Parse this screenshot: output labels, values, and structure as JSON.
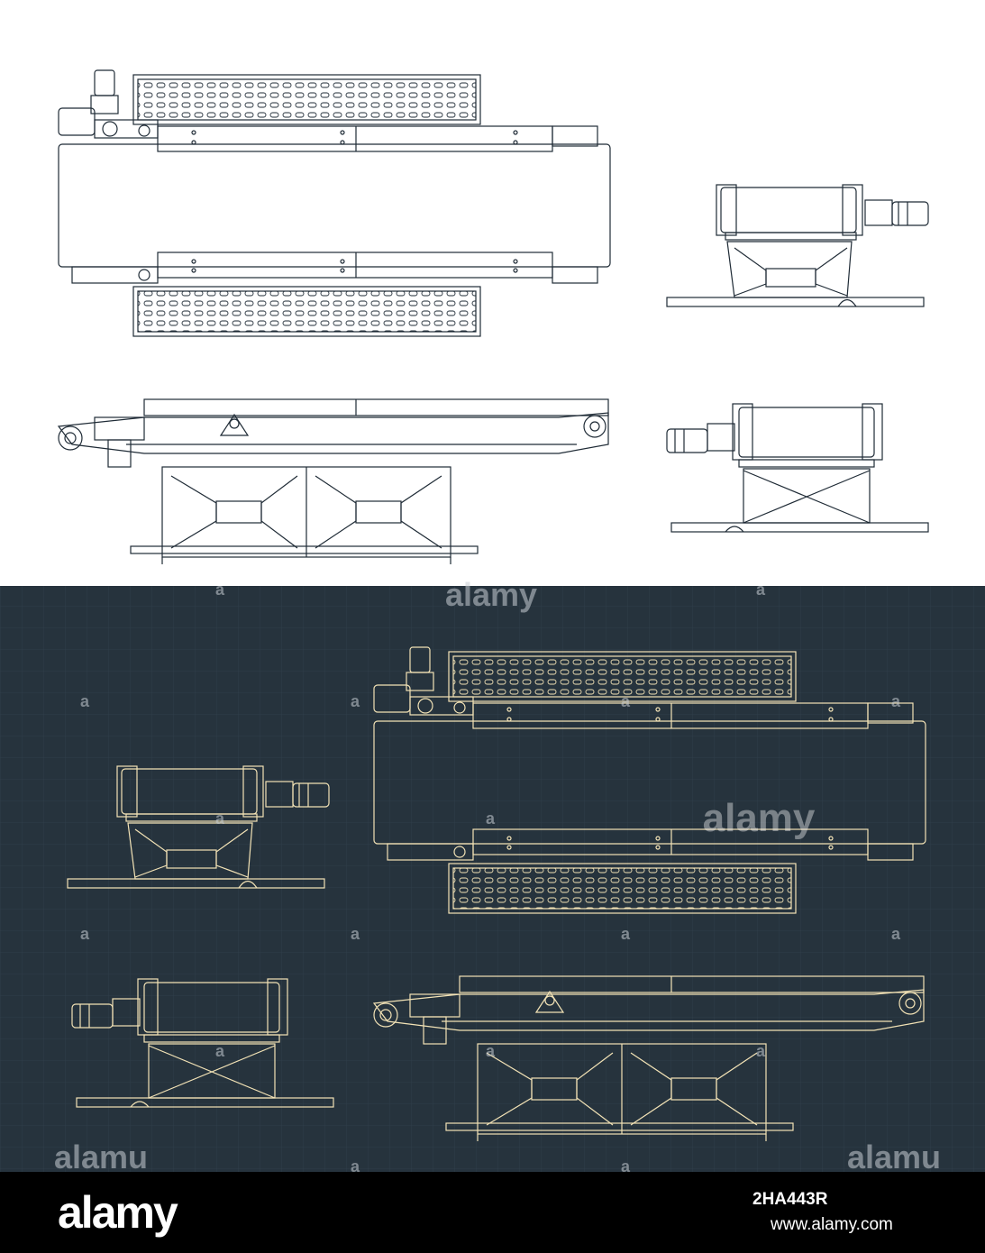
{
  "colors": {
    "top_background": "#ffffff",
    "top_lines": "#1f2b36",
    "bottom_background": "#26333d",
    "bottom_grid": "#2f3e49",
    "bottom_lines": "#f3e3b6",
    "footer_background": "#000000",
    "footer_text": "#ffffff"
  },
  "watermarks": {
    "center": "alamy",
    "bottom_left": "alamu",
    "bottom_right": "alamu",
    "top_band": "alamy",
    "corner_mark": "a"
  },
  "footer": {
    "logo": "alamy",
    "image_id": "2HA443R",
    "url": "www.alamy.com"
  },
  "icons": {
    "motor": "electric-motor-icon",
    "gearbox": "gearbox-icon"
  }
}
